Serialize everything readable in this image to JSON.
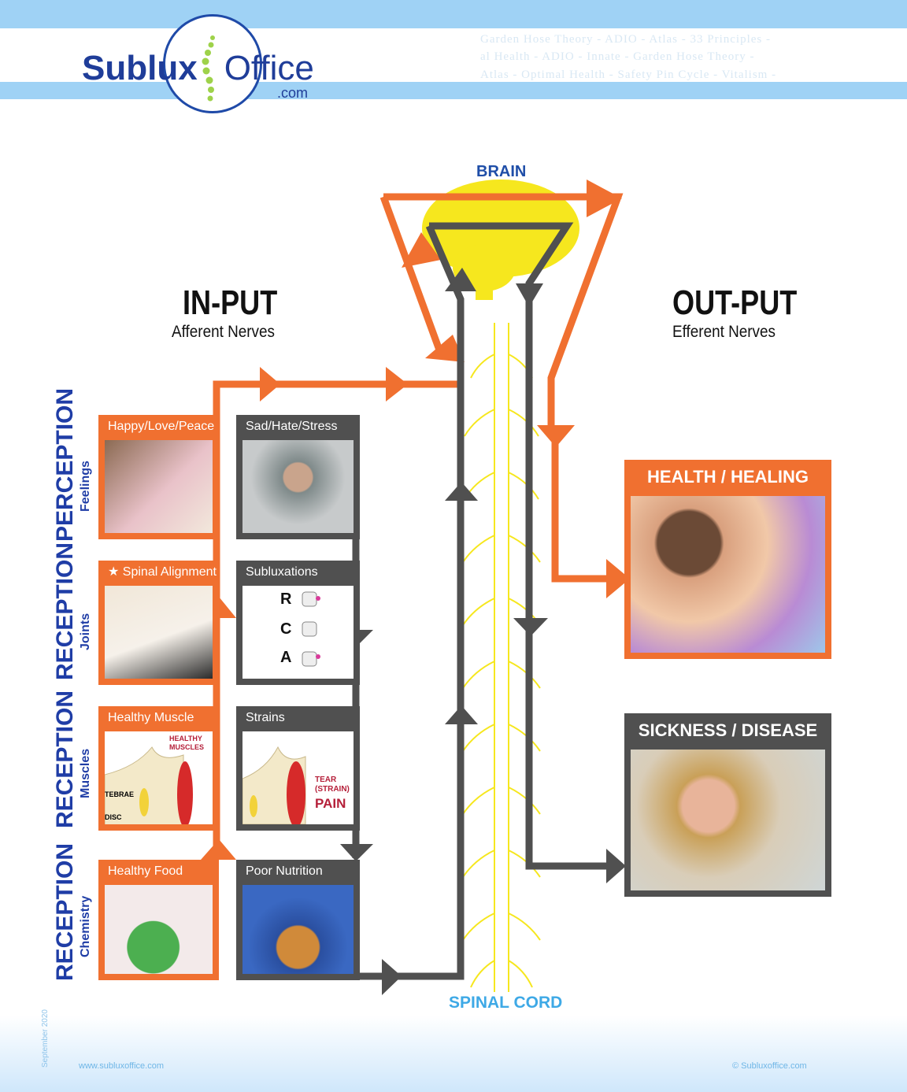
{
  "header": {
    "logo_text_1": "Sublux",
    "logo_text_2": "Office",
    "logo_com": ".com",
    "ticker_1": "Garden Hose Theory  -  ADIO  -  Atlas  -  33 Principles  -",
    "ticker_2": "al Health  -  ADIO  -  Innate  -  Garden Hose Theory  -",
    "ticker_3": "Atlas  -  Optimal Health  -  Safety Pin Cycle  -  Vitalism  -"
  },
  "diagram": {
    "brain_label": "BRAIN",
    "spinal_cord_label": "SPINAL CORD",
    "input_title": "IN-PUT",
    "input_subtitle": "Afferent Nerves",
    "output_title": "OUT-PUT",
    "output_subtitle": "Efferent Nerves"
  },
  "rows": [
    {
      "main": "PERCEPTION",
      "sub": "Feelings",
      "good": "Happy/Love/Peace",
      "bad": "Sad/Hate/Stress"
    },
    {
      "main": "RECEPTION",
      "sub": "Joints",
      "good": "★ Spinal Alignment",
      "bad": "Subluxations"
    },
    {
      "main": "RECEPTION",
      "sub": "Muscles",
      "good": "Healthy Muscle",
      "bad": "Strains"
    },
    {
      "main": "RECEPTION",
      "sub": "Chemistry",
      "good": "Healthy Food",
      "bad": "Poor Nutrition"
    }
  ],
  "subluxations": {
    "r": "R",
    "c": "C",
    "a": "A"
  },
  "muscle_labels": {
    "healthy": "HEALTHY",
    "muscles": "MUSCLES",
    "vertebrae": "TEBRAE",
    "disc": "DISC",
    "tear": "TEAR",
    "strain": "(STRAIN)",
    "pain": "PAIN"
  },
  "outcomes": {
    "health": "HEALTH / HEALING",
    "sickness": "SICKNESS / DISEASE"
  },
  "footer": {
    "website": "www.subluxoffice.com",
    "copyright": "© Subluxoffice.com",
    "date": "September 2020"
  },
  "colors": {
    "orange": "#f07030",
    "gray": "#505050",
    "yellow": "#f6e71e",
    "blue": "#1f3da6",
    "light_blue": "#9fd2f5"
  }
}
